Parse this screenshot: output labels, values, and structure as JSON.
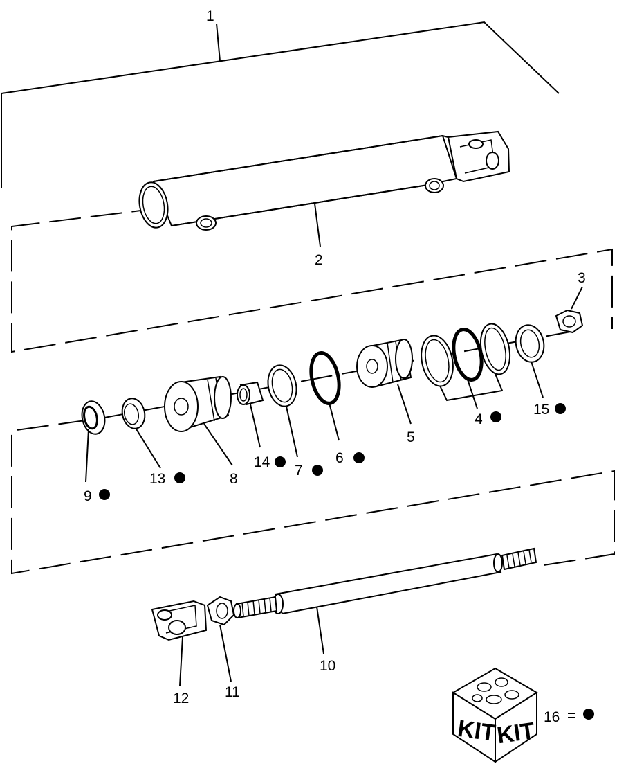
{
  "callouts": {
    "c1": "1",
    "c2": "2",
    "c3": "3",
    "c4": "4",
    "c5": "5",
    "c6": "6",
    "c7": "7",
    "c8": "8",
    "c9": "9",
    "c10": "10",
    "c11": "11",
    "c12": "12",
    "c13": "13",
    "c14": "14",
    "c15": "15",
    "c16": "16"
  },
  "kit_marked_parts": [
    "4",
    "6",
    "7",
    "9",
    "13",
    "14",
    "15"
  ],
  "kit": {
    "label_left": "KIT",
    "label_right": "KIT",
    "legend_equals": "=",
    "marker": "kit-dot"
  },
  "colors": {
    "line": "#000000",
    "background": "#ffffff"
  }
}
